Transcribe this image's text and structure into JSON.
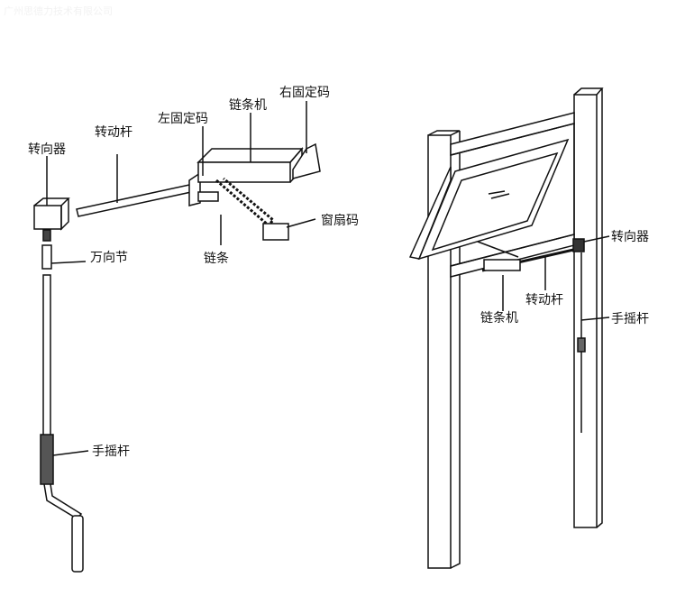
{
  "watermark": "广州思德力技术有限公司",
  "left_labels": {
    "diverter": "转向器",
    "rotating_rod": "转动杆",
    "left_bracket": "左固定码",
    "chain_motor": "链条机",
    "right_bracket": "右固定码",
    "sash_bracket": "窗扇码",
    "chain": "链条",
    "universal_joint": "万向节",
    "crank": "手摇杆"
  },
  "right_labels": {
    "diverter": "转向器",
    "rotating_rod": "转动杆",
    "chain_motor": "链条机",
    "crank": "手摇杆"
  }
}
